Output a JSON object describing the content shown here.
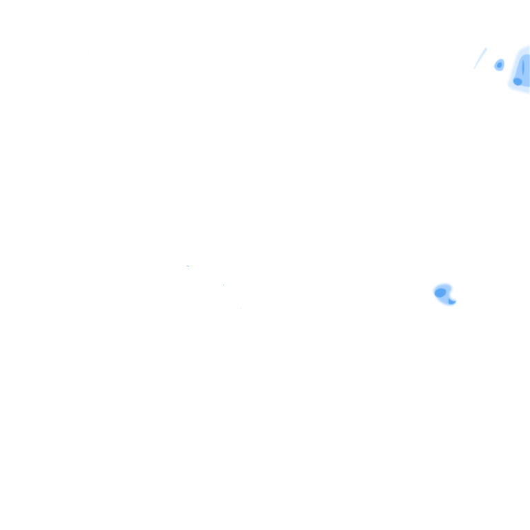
{
  "map": {
    "background_color": "#ffffff",
    "precipitation_colors": {
      "light": "#cfe6ff",
      "medium": "#99c9ff",
      "strong": "#5aa6f2",
      "heavy": "#2f80e0"
    },
    "precipitation_cells": [
      {
        "name": "precip-cell-northeast",
        "intensity": "strong"
      },
      {
        "name": "precip-cell-east",
        "intensity": "strong"
      },
      {
        "name": "precip-speck-center",
        "intensity": "strong"
      }
    ]
  }
}
